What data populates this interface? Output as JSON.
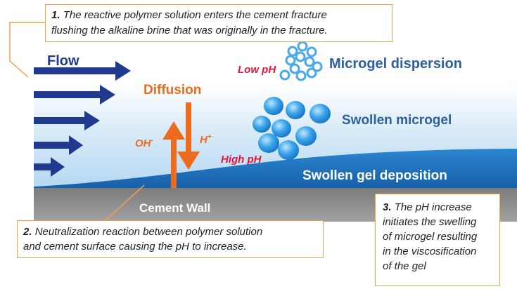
{
  "callouts": {
    "step1": {
      "number": "1.",
      "line1": "The reactive polymer solution enters the cement fracture",
      "line2": "flushing the alkaline brine that was originally in the fracture."
    },
    "step2": {
      "number": "2.",
      "line1": "Neutralization reaction between polymer solution",
      "line2": "and cement surface causing the pH to increase."
    },
    "step3": {
      "number": "3.",
      "lines": [
        "The pH increase",
        "initiates the swelling",
        "of microgel resulting",
        "in the viscosification",
        "of the gel"
      ]
    }
  },
  "labels": {
    "flow": "Flow",
    "diffusion": "Diffusion",
    "low_ph": "Low pH",
    "high_ph": "High pH",
    "oh": "OH",
    "oh_charge": "-",
    "h": "H",
    "h_charge": "+",
    "microgel_dispersion": "Microgel dispersion",
    "swollen_microgel": "Swollen microgel",
    "swollen_gel_deposition": "Swollen gel deposition",
    "cement_wall": "Cement Wall"
  },
  "colors": {
    "flow_arrow": "#1f3a8f",
    "diffusion": "#ec6b1c",
    "ph_text": "#e3173a",
    "microgel_text": "#2e5f9e",
    "gel_layer": "#1b73bf",
    "cement": "#8f8f8f",
    "callout_border": "#f0a24a"
  }
}
